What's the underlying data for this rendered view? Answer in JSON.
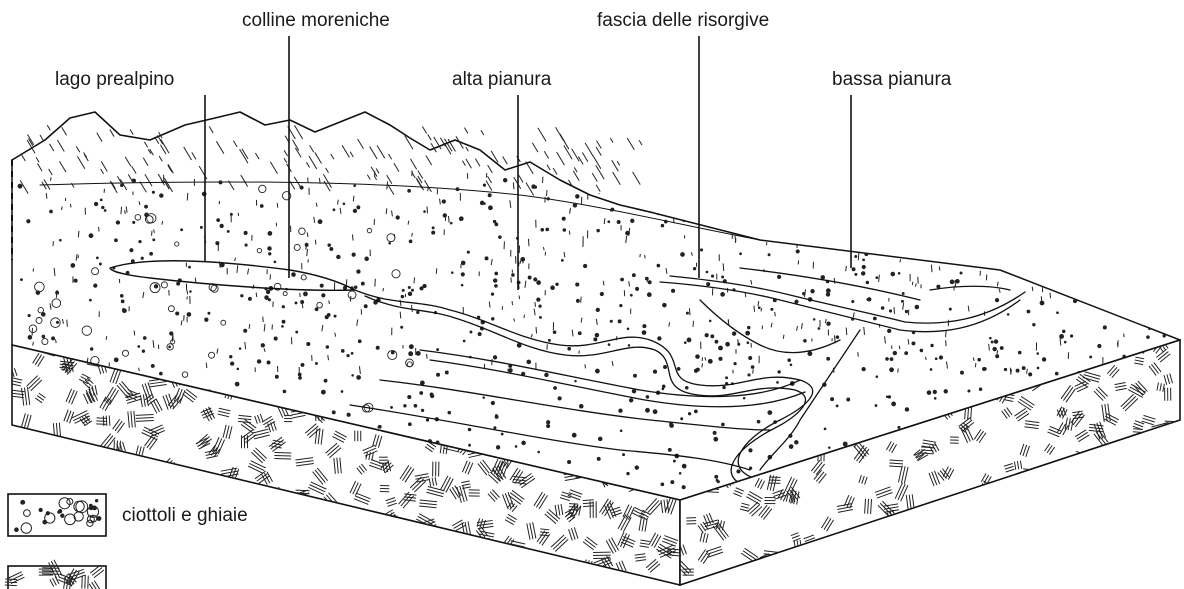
{
  "labels": {
    "lago_prealpino": "lago prealpino",
    "colline_moreniche": "colline moreniche",
    "alta_pianura": "alta pianura",
    "fascia_risorgive": "fascia delle risorgive",
    "bassa_pianura": "bassa pianura"
  },
  "legend": {
    "gravel_label": "ciottoli e ghiaie"
  }
}
